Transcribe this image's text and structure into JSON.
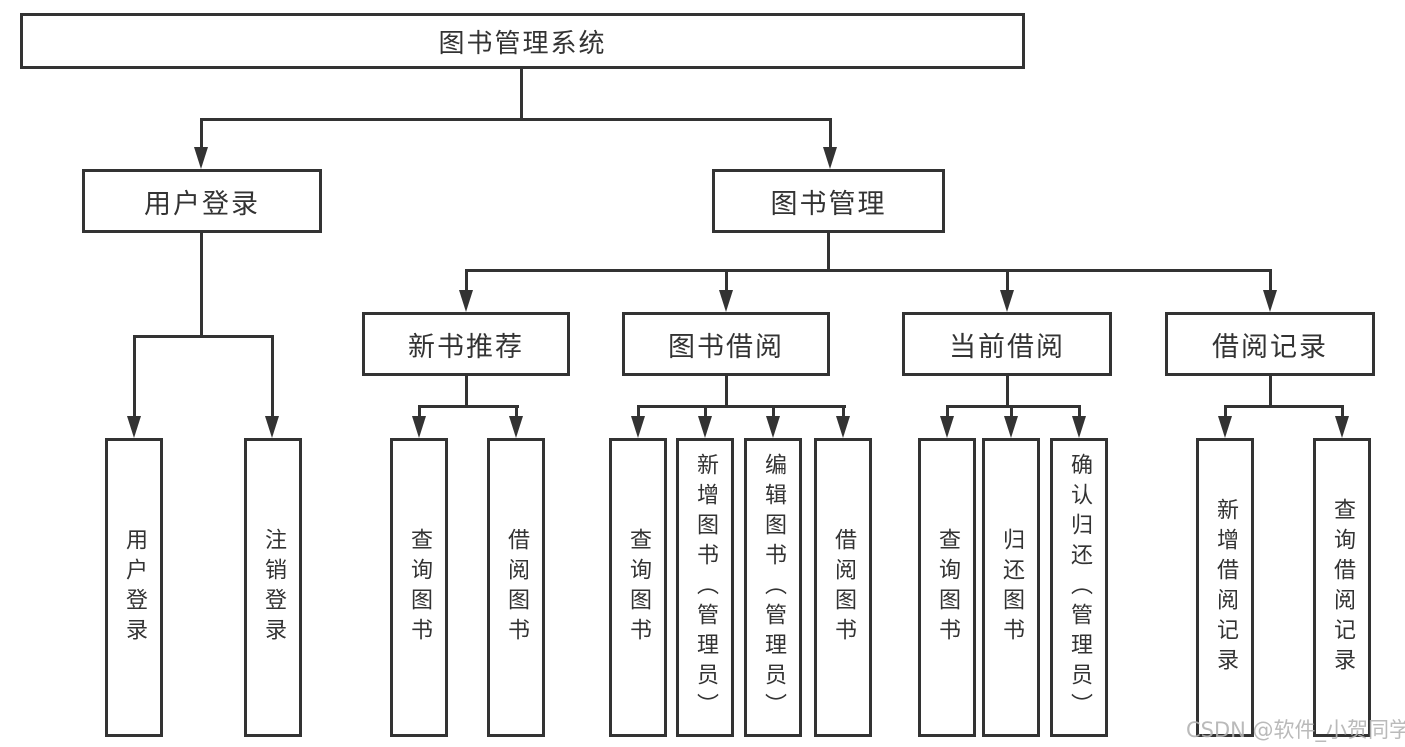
{
  "diagram": {
    "colors": {
      "line": "#333333",
      "text": "#333333",
      "background": "#ffffff",
      "watermark": "#b3b3b3"
    },
    "watermark": "CSDN @软件_小贺同学",
    "tree": {
      "label": "图书管理系统",
      "children": [
        {
          "label": "用户登录",
          "children": [
            {
              "label": "用户登录"
            },
            {
              "label": "注销登录"
            }
          ]
        },
        {
          "label": "图书管理",
          "children": [
            {
              "label": "新书推荐",
              "children": [
                {
                  "label": "查询图书"
                },
                {
                  "label": "借阅图书"
                }
              ]
            },
            {
              "label": "图书借阅",
              "children": [
                {
                  "label": "查询图书"
                },
                {
                  "label": "新增图书（管理员）"
                },
                {
                  "label": "编辑图书（管理员）"
                },
                {
                  "label": "借阅图书"
                }
              ]
            },
            {
              "label": "当前借阅",
              "children": [
                {
                  "label": "查询图书"
                },
                {
                  "label": "归还图书"
                },
                {
                  "label": "确认归还（管理员）"
                }
              ]
            },
            {
              "label": "借阅记录",
              "children": [
                {
                  "label": "新增借阅记录"
                },
                {
                  "label": "查询借阅记录"
                }
              ]
            }
          ]
        }
      ]
    }
  }
}
